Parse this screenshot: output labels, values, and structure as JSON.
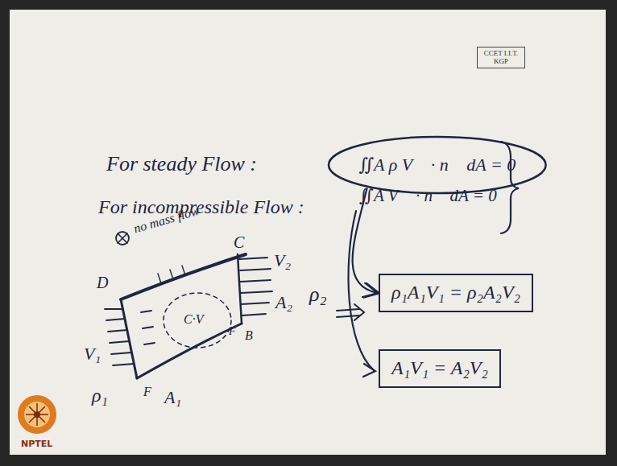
{
  "diagram": {
    "nodes": [
      {
        "text": [
          "CCET I.I.T. KGP"
        ]
      },
      {
        "text": [
          "∬A ρ V⃗ · n⃗ dA = 0"
        ]
      },
      {
        "text": [
          "ρ₁A₁V₁ = ρ₂A₂V₂"
        ]
      },
      {
        "text": [
          "A₁V₁ = A₂V₂"
        ]
      }
    ],
    "edges": [
      {
        "from": 1,
        "to": 2,
        "arrow": "to"
      }
    ],
    "labels": [
      "For steady Flow :",
      "For incompressible Flow :",
      "∬A V⃗ · n⃗ dA = 0",
      "no mass flow",
      "D",
      "C",
      "C·V",
      "V₁",
      "ρ₁",
      "F",
      "A₁",
      "V₂",
      "A₂",
      "ρ₂",
      "B",
      "F",
      "NPTEL"
    ]
  }
}
